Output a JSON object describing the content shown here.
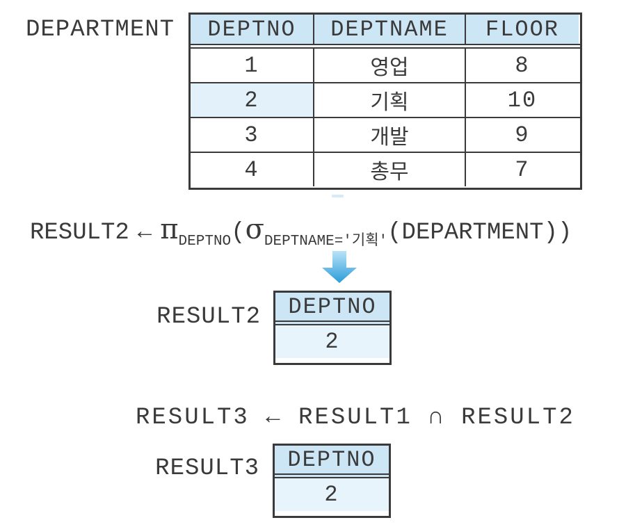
{
  "department": {
    "label": "DEPARTMENT",
    "columns": [
      "DEPTNO",
      "DEPTNAME",
      "FLOOR"
    ],
    "rows": [
      [
        "1",
        "영업",
        "8"
      ],
      [
        "2",
        "기획",
        "10"
      ],
      [
        "3",
        "개발",
        "9"
      ],
      [
        "4",
        "총무",
        "7"
      ]
    ],
    "highlighted_cell": "DEPTNO=2"
  },
  "expression2": {
    "lhs": "RESULT2",
    "assign": "←",
    "pi": "π",
    "pi_subscript": "DEPTNO",
    "open_paren": "(",
    "sigma": "σ",
    "sigma_subscript": "DEPTNAME='기획'",
    "tail": "(DEPARTMENT))"
  },
  "result2": {
    "label": "RESULT2",
    "column": "DEPTNO",
    "value": "2"
  },
  "expression3": {
    "text": "RESULT3 ← RESULT1 ∩ RESULT2"
  },
  "result3": {
    "label": "RESULT3",
    "column": "DEPTNO",
    "value": "2"
  },
  "icons": {
    "down_arrow": "down-arrow"
  },
  "colors": {
    "header_blue": "#cde6f6",
    "highlight_blue": "#e3f1fb",
    "value_row_blue": "#e8f4fb",
    "border_dark": "#3a3a3a",
    "arrow_top": "#b9e3f8",
    "arrow_bottom": "#2b9cd8"
  }
}
